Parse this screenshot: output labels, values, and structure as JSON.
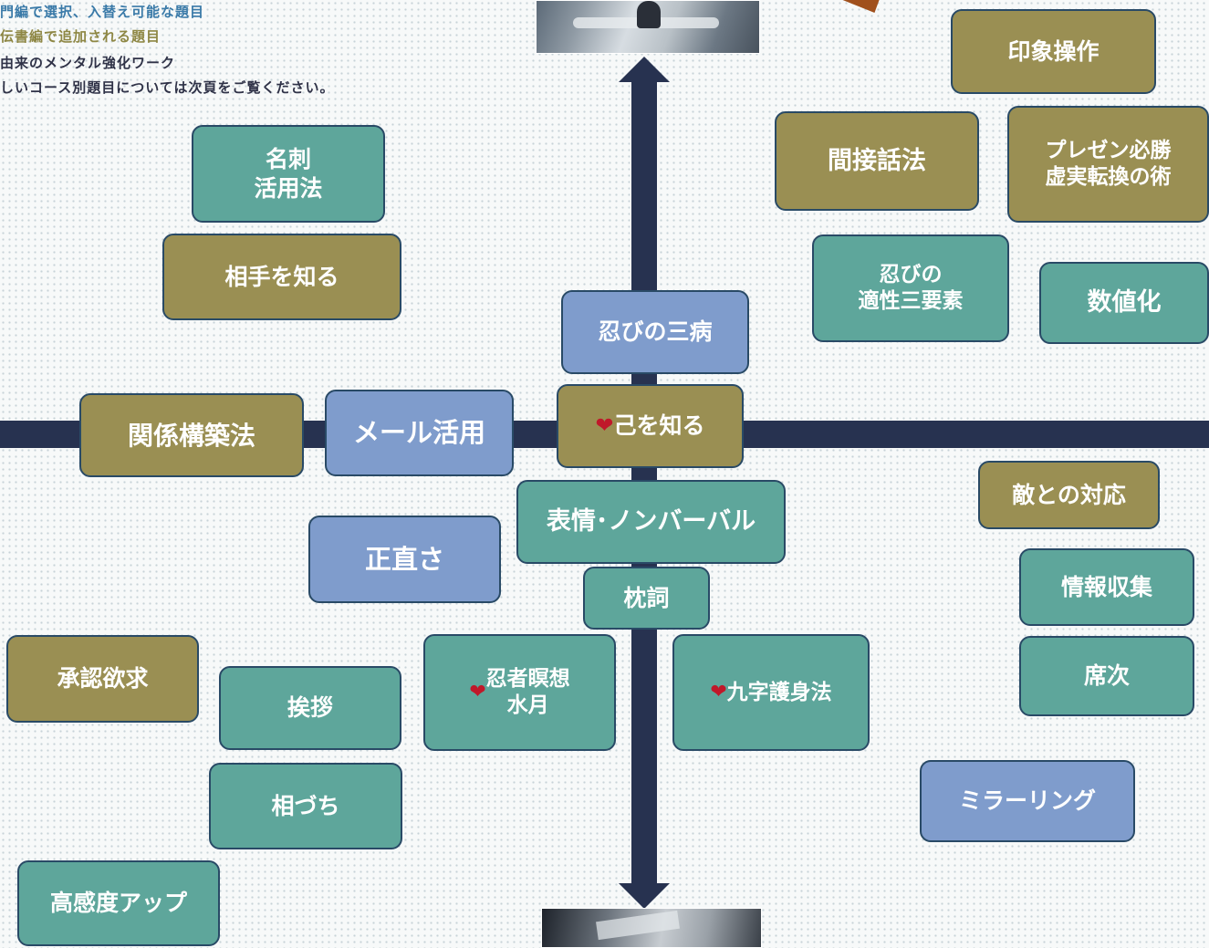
{
  "legend": [
    "門編で選択、入替え可能な題目",
    "伝書編で追加される題目",
    "由来のメンタル強化ワーク",
    "しいコース別題目については次頁をご覧ください。"
  ],
  "heart_symbol": "❤",
  "colors": {
    "teal": "#5ea69b",
    "olive": "#9a8f53",
    "blue": "#7f9ccc",
    "axis": "#273250",
    "heart": "#c0182a"
  },
  "boxes": {
    "meishi": "名刺\n活用法",
    "aite": "相手を知る",
    "kankei": "関係構築法",
    "mail": "メール活用",
    "shoujiki": "正直さ",
    "shounin": "承認欲求",
    "aisatsu": "挨拶",
    "aiduchi": "相づち",
    "koukando": "高感度アップ",
    "sanbyou": "忍びの三病",
    "onore": "己を知る",
    "hyoujou": "表情･ノンバーバル",
    "makura": "枕詞",
    "meisou": "忍者瞑想\n水月",
    "kuji": "九字護身法",
    "inshou": "印象操作",
    "kansetsu": "間接話法",
    "present": "プレゼン必勝\n虚実転換の術",
    "tekisei": "忍びの\n適性三要素",
    "suuchi": "数値化",
    "teki": "敵との対応",
    "jouhou": "情報収集",
    "sekiji": "席次",
    "mirror": "ミラーリング"
  }
}
